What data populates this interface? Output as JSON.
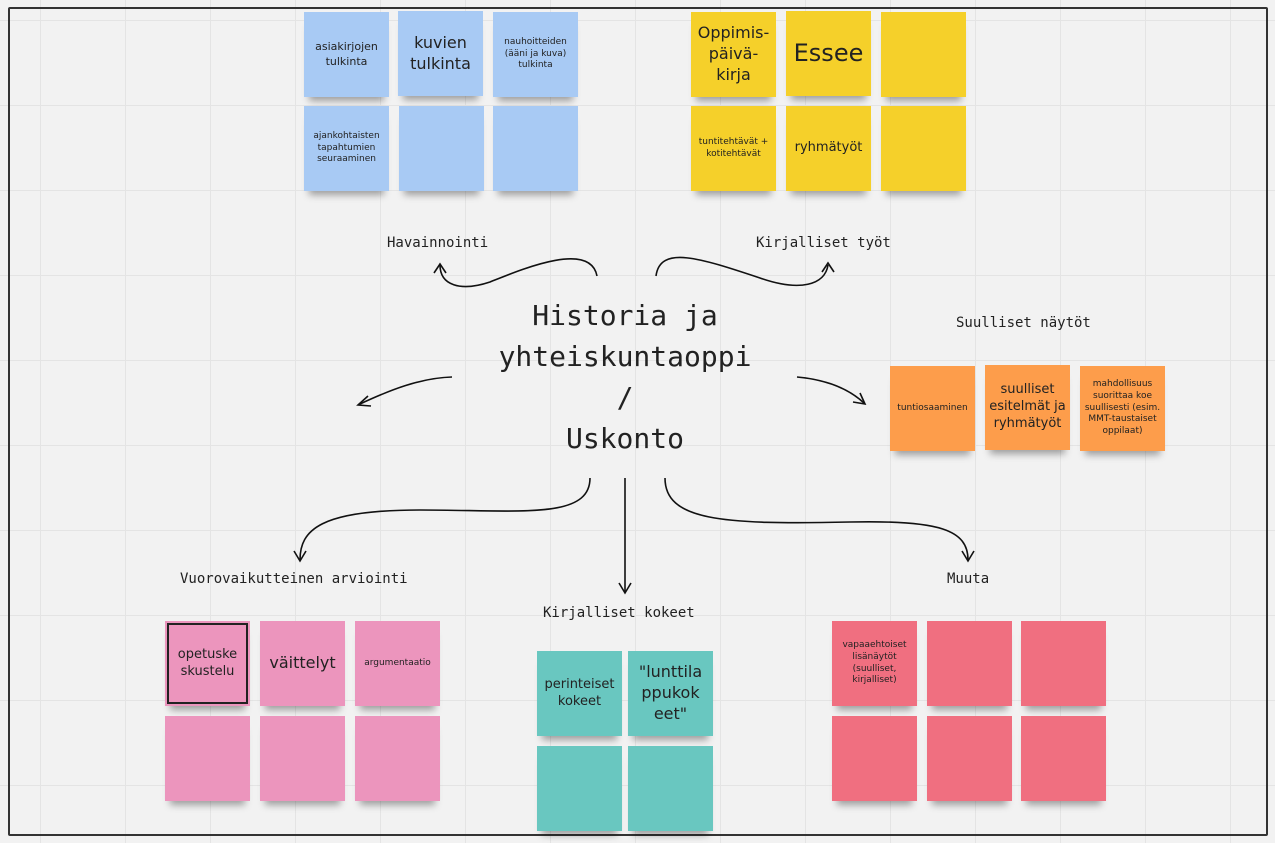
{
  "center_title": {
    "line1": "Historia ja",
    "line2": "yhteiskuntaoppi",
    "line3": "/",
    "line4": "Uskonto"
  },
  "groups": {
    "havainnointi": {
      "label": "Havainnointi",
      "notes": [
        "asiakirjojen tulkinta",
        "kuvien tulkinta",
        "nauhoitteiden (ääni ja kuva) tulkinta",
        "ajankohtaisten tapahtumien seuraaminen",
        "",
        ""
      ]
    },
    "kirjalliset_tyot": {
      "label": "Kirjalliset työt",
      "notes": [
        "Oppimis-päivä-kirja",
        "Essee",
        "",
        "tuntitehtävät + kotitehtävät",
        "ryhmätyöt",
        ""
      ]
    },
    "suulliset": {
      "label": "Suulliset näytöt",
      "notes": [
        "tuntiosaaminen",
        "suulliset esitelmät ja ryhmätyöt",
        "mahdollisuus suorittaa koe suullisesti (esim. MMT-taustaiset oppilaat)"
      ]
    },
    "vuorovaikutteinen": {
      "label": "Vuorovaikutteinen arviointi",
      "notes": [
        "opetuskeskustelu",
        "väittelyt",
        "argumentaatio",
        "",
        "",
        ""
      ]
    },
    "kokeet": {
      "label": "Kirjalliset kokeet",
      "notes": [
        "perinteiset kokeet",
        "\"lunttilappukokeet\"",
        "",
        ""
      ]
    },
    "muuta": {
      "label": "Muuta",
      "notes": [
        "vapaaehtoiset lisänäytöt (suulliset, kirjalliset)",
        "",
        "",
        "",
        "",
        ""
      ]
    }
  },
  "colors": {
    "blue": "#a8caf4",
    "yellow": "#f5d02a",
    "orange": "#fd9d4b",
    "pink": "#ec95bd",
    "teal": "#69c7c0",
    "red": "#f06f80"
  }
}
